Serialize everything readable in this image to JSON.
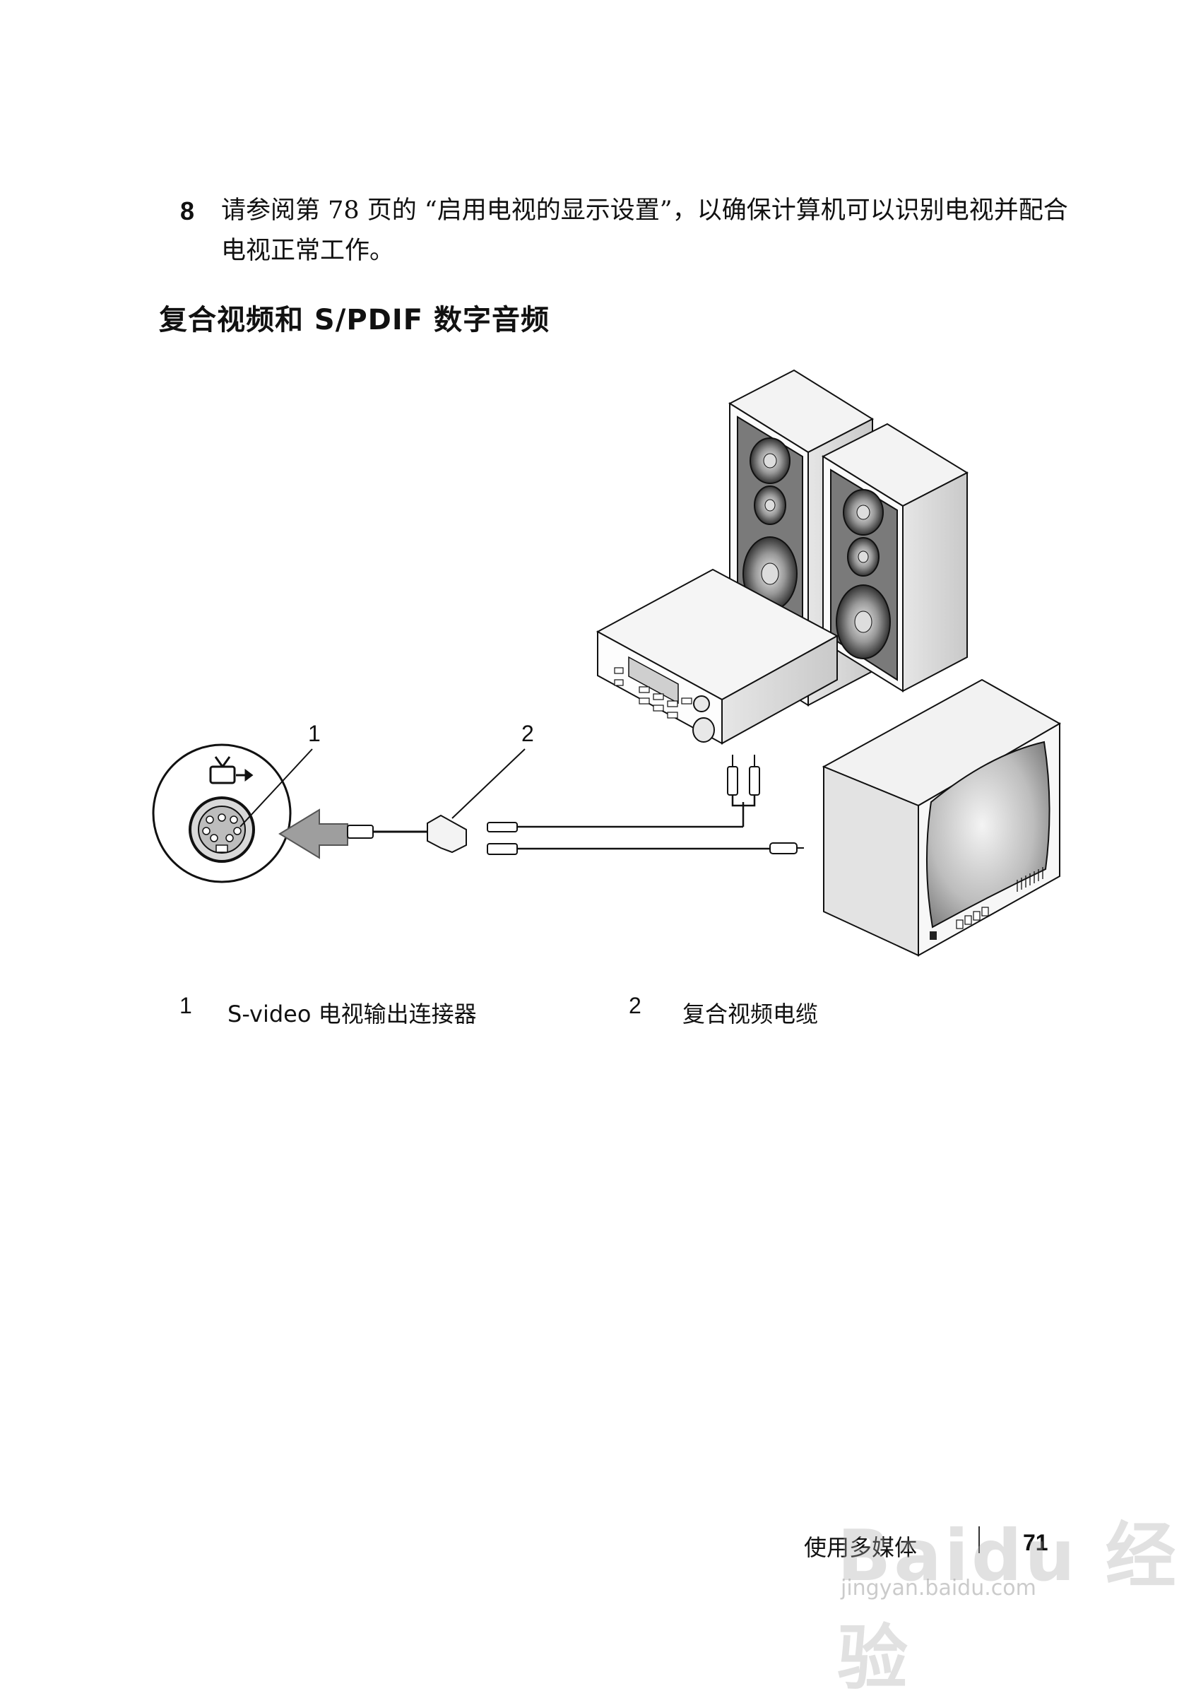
{
  "step": {
    "number": "8",
    "text": "请参阅第 78 页的 “启用电视的显示设置”，以确保计算机可以识别电视并配合电视正常工作。"
  },
  "section_title": "复合视频和 S/PDIF 数字音频",
  "diagram": {
    "callouts": [
      "1",
      "2"
    ]
  },
  "captions": [
    {
      "number": "1",
      "text": "S-video 电视输出连接器"
    },
    {
      "number": "2",
      "text": "复合视频电缆"
    }
  ],
  "footer": {
    "section": "使用多媒体",
    "page_number": "71"
  },
  "watermark": {
    "brand": "Baidu 经验",
    "url": "jingyan.baidu.com"
  }
}
